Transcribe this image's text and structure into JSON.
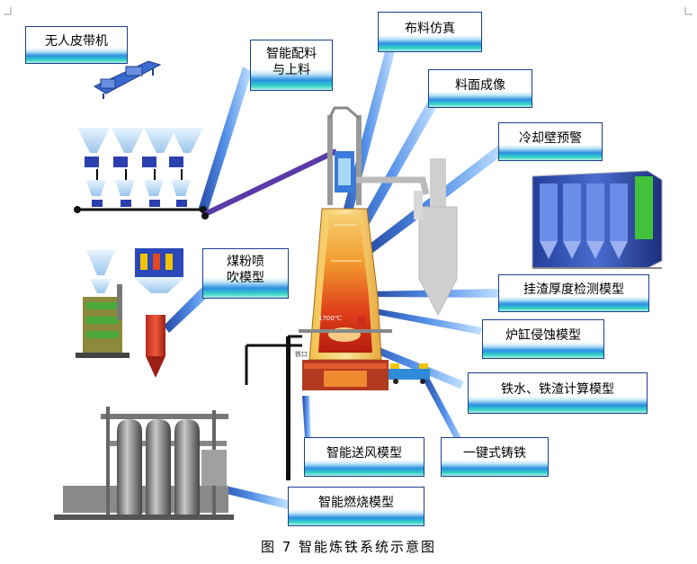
{
  "labels": {
    "belt": "无人皮带机",
    "batching": "智能配料\n与上料",
    "burden_sim": "布料仿真",
    "surface_img": "料面成像",
    "stave_warn": "冷却壁预警",
    "coal_inject": "煤粉喷\n吹模型",
    "scaffold": "挂渣厚度检测模型",
    "hearth": "炉缸侵蚀模型",
    "iron_slag": "铁水、铁渣计算模型",
    "blast": "智能送风模型",
    "casting": "一键式铸铁",
    "combustion": "智能燃烧模型"
  },
  "caption": "图 7 智能炼铁系统示意图",
  "furnace_marks": {
    "t1": "1700℃",
    "t2": "铁口"
  },
  "colors": {
    "label_border": "#1a3f8f",
    "arrow_blue": "#2e5fc8",
    "furnace_hot": "#e0401a",
    "furnace_warm": "#f5a623"
  }
}
